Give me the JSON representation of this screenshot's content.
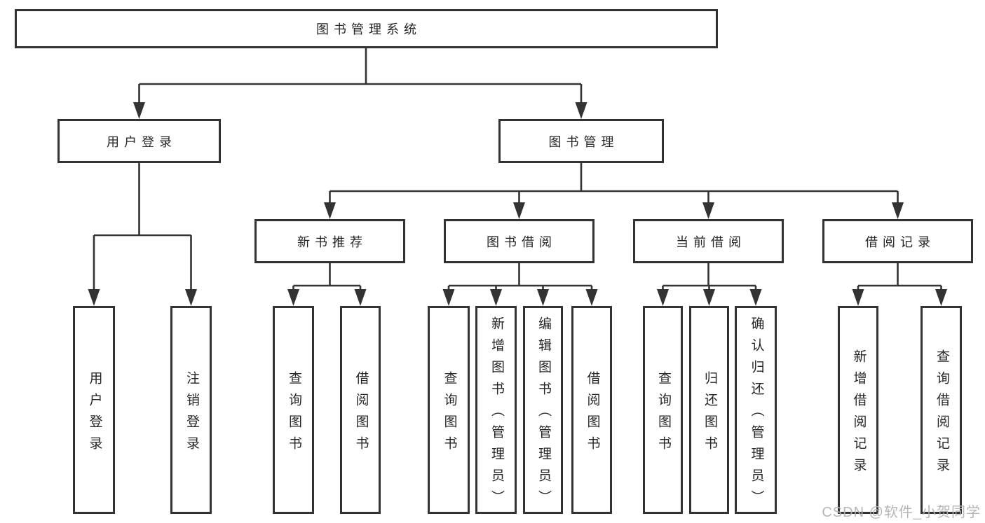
{
  "diagram_title": "图书管理系统",
  "tree": {
    "root": {
      "label": "图书管理系统"
    },
    "level2": [
      {
        "label": "用户登录"
      },
      {
        "label": "图书管理"
      }
    ],
    "level3": [
      {
        "label": "新书推荐",
        "parent": "图书管理"
      },
      {
        "label": "图书借阅",
        "parent": "图书管理"
      },
      {
        "label": "当前借阅",
        "parent": "图书管理"
      },
      {
        "label": "借阅记录",
        "parent": "图书管理"
      }
    ],
    "leaves": [
      {
        "label": "用户登录",
        "parent": "用户登录"
      },
      {
        "label": "注销登录",
        "parent": "用户登录"
      },
      {
        "label": "查询图书",
        "parent": "新书推荐"
      },
      {
        "label": "借阅图书",
        "parent": "新书推荐"
      },
      {
        "label": "查询图书",
        "parent": "图书借阅"
      },
      {
        "label": "新增图书（管理员）",
        "parent": "图书借阅"
      },
      {
        "label": "编辑图书（管理员）",
        "parent": "图书借阅"
      },
      {
        "label": "借阅图书",
        "parent": "图书借阅"
      },
      {
        "label": "查询图书",
        "parent": "当前借阅"
      },
      {
        "label": "归还图书",
        "parent": "当前借阅"
      },
      {
        "label": "确认归还（管理员）",
        "parent": "当前借阅"
      },
      {
        "label": "新增借阅记录",
        "parent": "借阅记录"
      },
      {
        "label": "查询借阅记录",
        "parent": "借阅记录"
      }
    ]
  },
  "watermark": {
    "text": "CSDN @软件_小贺同学"
  },
  "colors": {
    "line": "#333333",
    "box_border": "#333333",
    "box_fill": "#ffffff",
    "text": "#262626",
    "watermark": "#b2b2b2",
    "background": "#ffffff"
  }
}
